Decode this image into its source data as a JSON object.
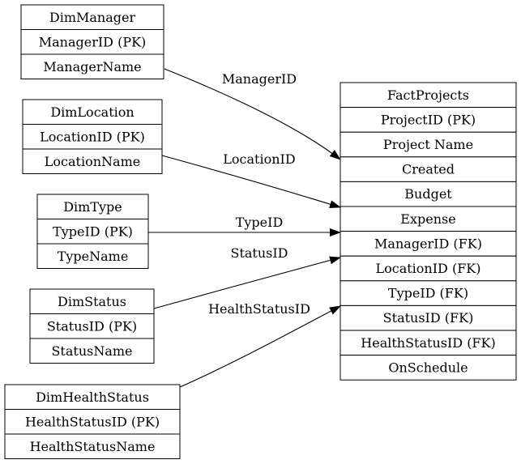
{
  "diagram": {
    "tables": [
      {
        "id": "DimManager",
        "title": "DimManager",
        "rows": [
          "ManagerID (PK)",
          "ManagerName"
        ]
      },
      {
        "id": "DimLocation",
        "title": "DimLocation",
        "rows": [
          "LocationID (PK)",
          "LocationName"
        ]
      },
      {
        "id": "DimType",
        "title": "DimType",
        "rows": [
          "TypeID (PK)",
          "TypeName"
        ]
      },
      {
        "id": "DimStatus",
        "title": "DimStatus",
        "rows": [
          "StatusID (PK)",
          "StatusName"
        ]
      },
      {
        "id": "DimHealthStatus",
        "title": "DimHealthStatus",
        "rows": [
          "HealthStatusID (PK)",
          "HealthStatusName"
        ]
      },
      {
        "id": "FactProjects",
        "title": "FactProjects",
        "rows": [
          "ProjectID (PK)",
          "Project Name",
          "Created",
          "Budget",
          "Expense",
          "ManagerID (FK)",
          "LocationID (FK)",
          "TypeID (FK)",
          "StatusID (FK)",
          "HealthStatusID (FK)",
          "OnSchedule"
        ]
      }
    ],
    "edges": [
      {
        "from": "DimManager",
        "to": "FactProjects",
        "label": "ManagerID"
      },
      {
        "from": "DimLocation",
        "to": "FactProjects",
        "label": "LocationID"
      },
      {
        "from": "DimType",
        "to": "FactProjects",
        "label": "TypeID"
      },
      {
        "from": "DimStatus",
        "to": "FactProjects",
        "label": "StatusID"
      },
      {
        "from": "DimHealthStatus",
        "to": "FactProjects",
        "label": "HealthStatusID"
      }
    ]
  }
}
